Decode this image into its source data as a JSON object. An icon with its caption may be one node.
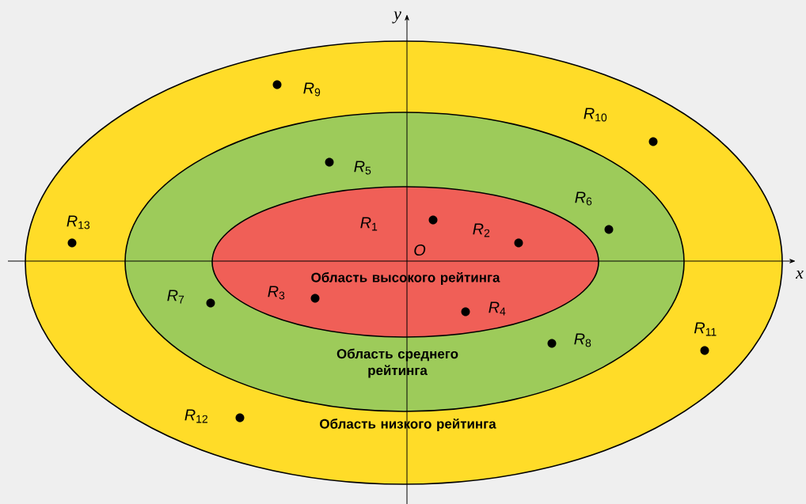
{
  "diagram": {
    "nodes": [
      {
        "text": [
          "Область низкого рейтинга"
        ]
      },
      {
        "text": [
          "Область среднего рейтинга"
        ],
        "in": 0
      },
      {
        "text": [
          "Область высокого рейтинга"
        ],
        "in": 1
      }
    ],
    "labels": [
      "y",
      "*R*$_{9}$",
      "*R*$_{10}$",
      "*R*$_{5}$",
      "*R*$_{13}$",
      "*R*$_{6}$",
      "*R*$_{1}$",
      "*R*$_{2}$",
      "O",
      "x",
      "*R*$_{7}$",
      "*R*$_{3}$",
      "*R*$_{4}$",
      "*R*$_{11}$",
      "*R*$_{8}$",
      "*R*$_{12}$"
    ]
  }
}
